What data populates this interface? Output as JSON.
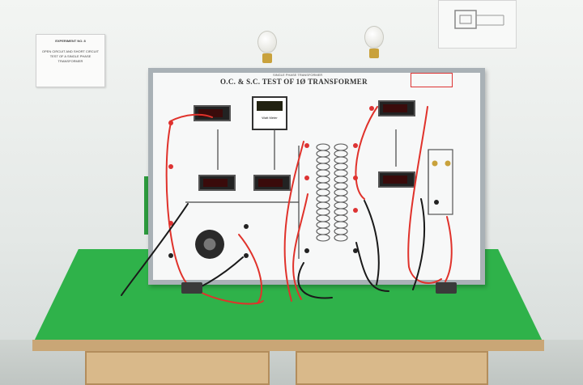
{
  "wall_notice": {
    "heading": "EXPERIMENT NO. 8",
    "body": "OPEN CIRCUIT AND SHORT CIRCUIT TEST OF A SINGLE PHASE TRANSFORMER"
  },
  "panel": {
    "title": "O.C. & S.C. TEST OF 1Ø TRANSFORMER",
    "subtitle": "SINGLE PHASE TRANSFORMER",
    "wattmeter_label": "Watt Meter"
  },
  "colors": {
    "table": "#2fb24a",
    "panel_frame": "#a9b1b6",
    "wire_red": "#e0322b",
    "wire_black": "#1a1a1a",
    "wood": "#d9b98a"
  }
}
